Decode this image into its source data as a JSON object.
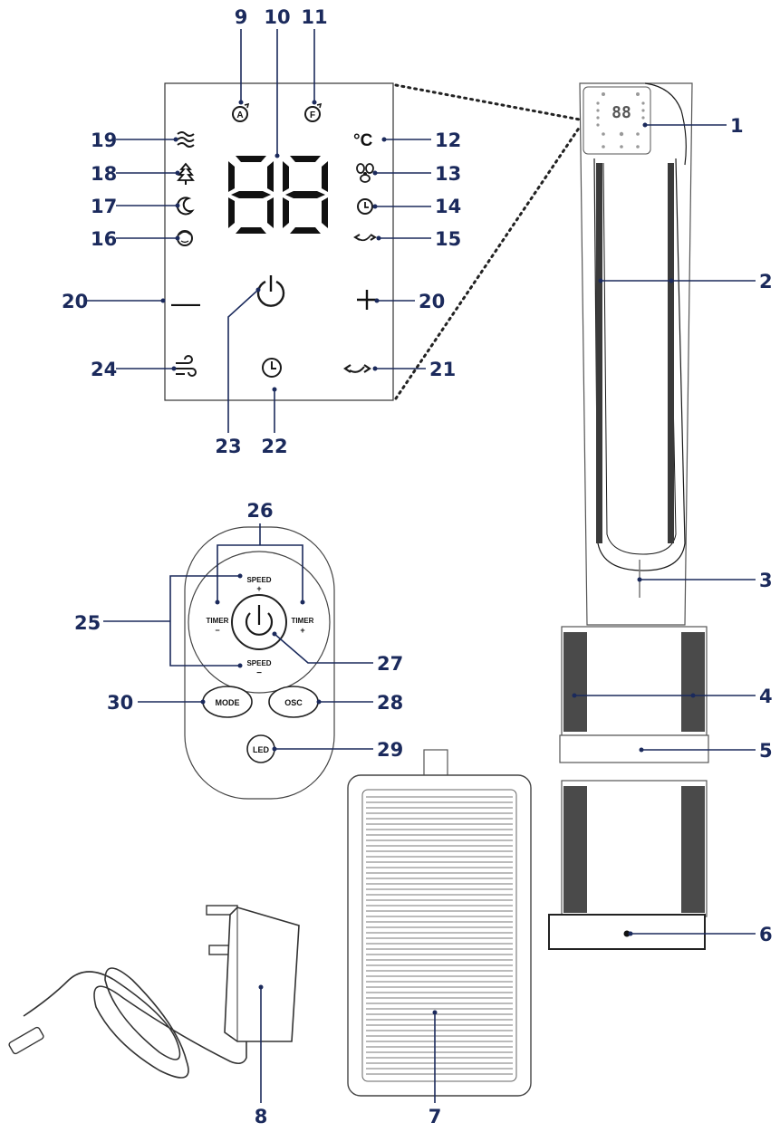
{
  "callouts": {
    "c1": "1",
    "c2": "2",
    "c3": "3",
    "c4": "4",
    "c5": "5",
    "c6": "6",
    "c7": "7",
    "c8": "8",
    "c9": "9",
    "c10": "10",
    "c11": "11",
    "c12": "12",
    "c13": "13",
    "c14": "14",
    "c15": "15",
    "c16": "16",
    "c17": "17",
    "c18": "18",
    "c19": "19",
    "c20a": "20",
    "c20b": "20",
    "c21": "21",
    "c22": "22",
    "c23": "23",
    "c24": "24",
    "c25": "25",
    "c26": "26",
    "c27": "27",
    "c28": "28",
    "c29": "29",
    "c30": "30"
  },
  "panel": {
    "display": "88",
    "auto_icon": "A",
    "fahrenheit_icon": "F",
    "celsius_icon": "°C",
    "minus_symbol": "—",
    "plus_symbol": "+"
  },
  "remote": {
    "speed_plus_label": "SPEED",
    "speed_plus_sign": "+",
    "speed_minus_label": "SPEED",
    "speed_minus_sign": "−",
    "timer_left_label": "TIMER",
    "timer_left_sign": "−",
    "timer_right_label": "TIMER",
    "timer_right_sign": "+",
    "mode_label": "MODE",
    "osc_label": "OSC",
    "led_label": "LED"
  },
  "tower": {
    "mini_display": "88"
  }
}
